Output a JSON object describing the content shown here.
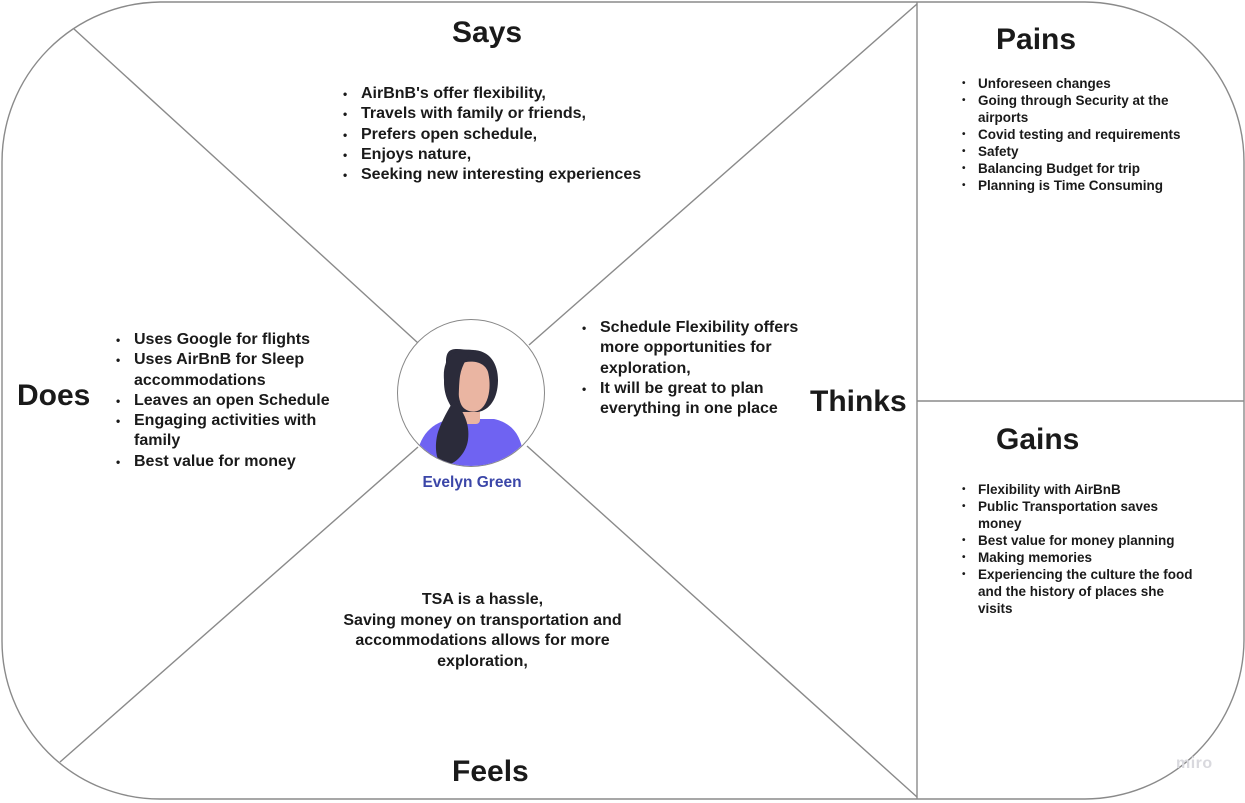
{
  "sections": {
    "says": {
      "title": "Says",
      "items": [
        "AirBnB's offer flexibility,",
        "Travels with family or friends,",
        "Prefers open schedule,",
        "Enjoys nature,",
        "Seeking new interesting experiences"
      ]
    },
    "does": {
      "title": "Does",
      "items": [
        "Uses Google for flights",
        "Uses AirBnB for Sleep accommodations",
        "Leaves an open Schedule",
        "Engaging activities with family",
        "Best value for money"
      ]
    },
    "thinks": {
      "title": "Thinks",
      "items": [
        "Schedule Flexibility offers more opportunities for exploration,",
        "It will be great to plan everything in one place"
      ]
    },
    "feels": {
      "title": "Feels",
      "lines": [
        "TSA is a hassle,",
        "Saving money on transportation and",
        "accommodations allows for more",
        "exploration,"
      ]
    },
    "pains": {
      "title": "Pains",
      "items": [
        "Unforeseen changes",
        "Going through Security at the airports",
        "Covid testing and requirements",
        "Safety",
        "Balancing Budget for trip",
        "Planning is Time Consuming"
      ]
    },
    "gains": {
      "title": "Gains",
      "items": [
        "Flexibility with AirBnB",
        "Public Transportation saves money",
        "Best value for money planning",
        "Making memories",
        "Experiencing the culture the food and the history of places she visits"
      ]
    }
  },
  "persona": {
    "name": "Evelyn Green",
    "icon": "person-avatar-icon"
  },
  "watermark": "miro",
  "colors": {
    "lines": "#8a8a8a",
    "text": "#1a1a1a",
    "persona_name": "#3b46a8",
    "hair": "#2b2b3a",
    "skin": "#eab5a2",
    "shirt": "#6f63f2"
  }
}
